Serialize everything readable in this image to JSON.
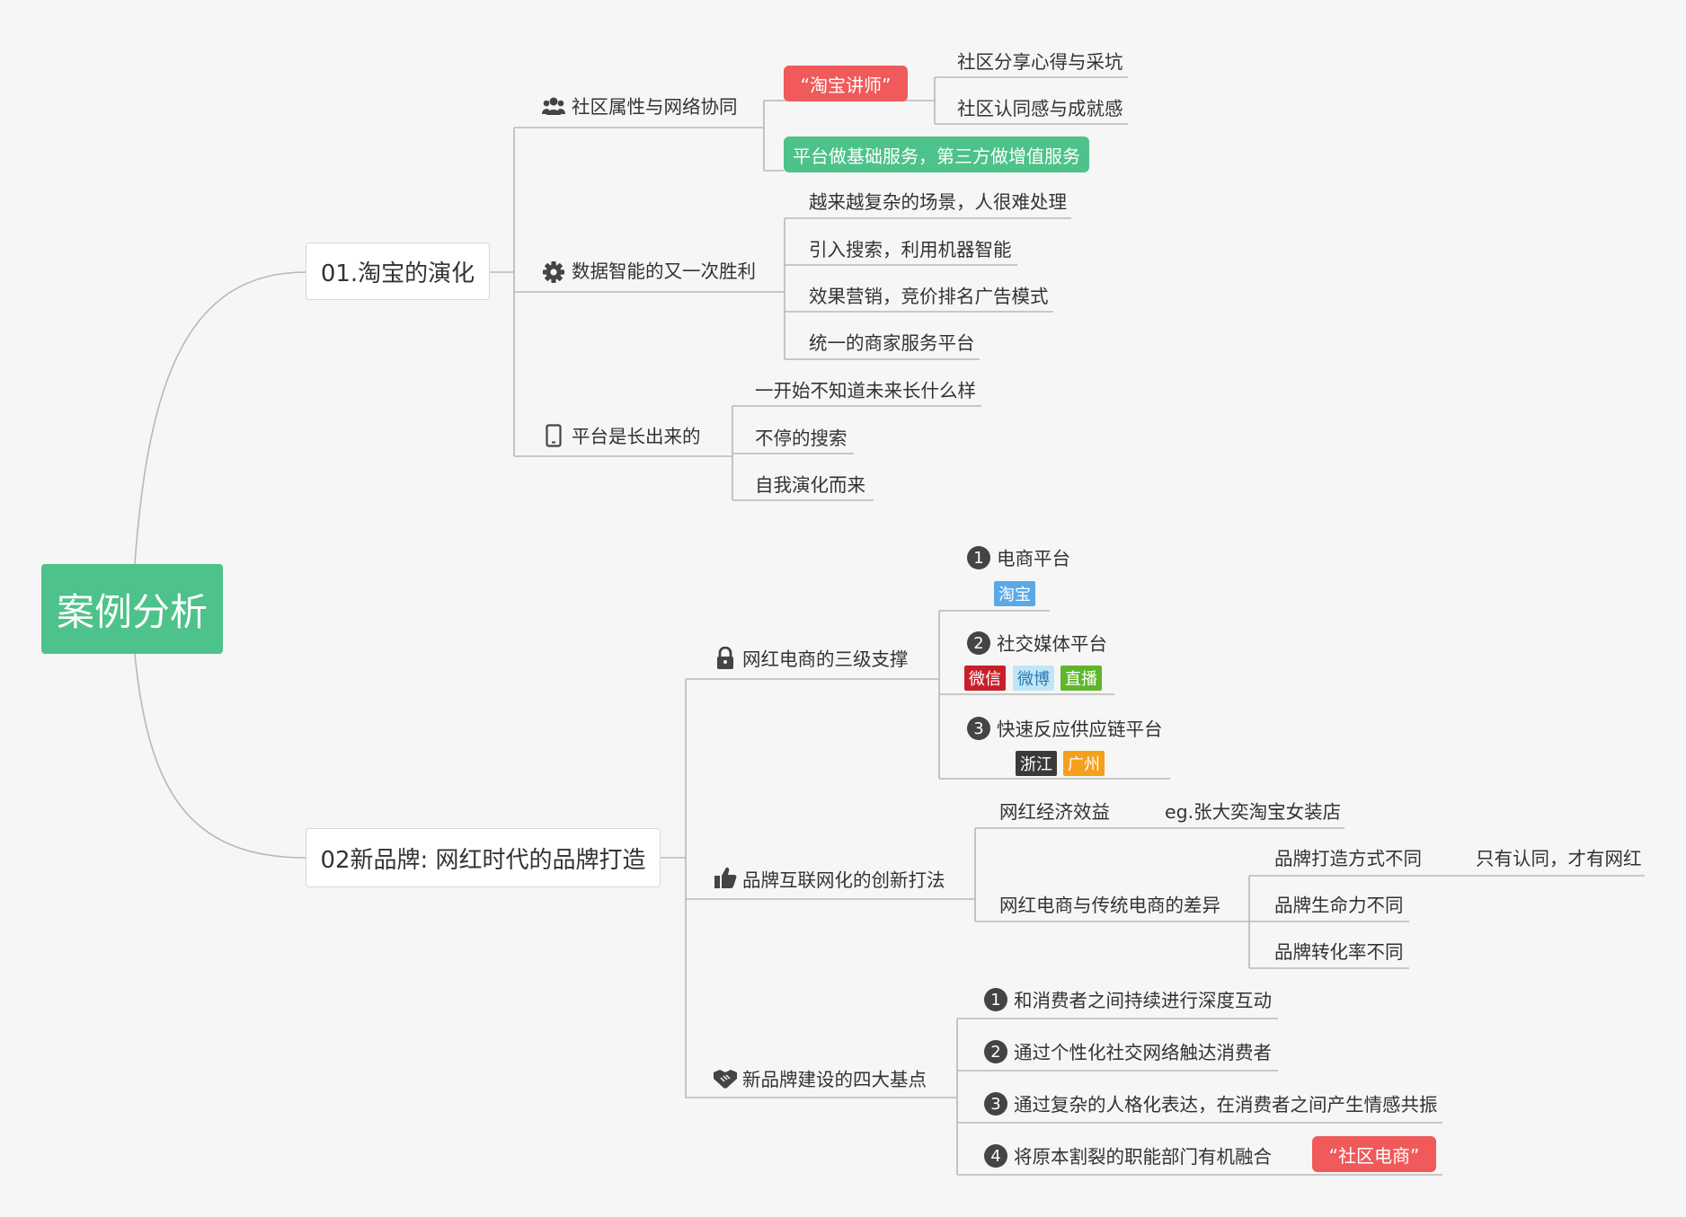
{
  "root": {
    "label": "案例分析"
  },
  "b1": {
    "label": "01.淘宝的演化",
    "c1": {
      "label": "社区属性与网络协同",
      "icon": "people-icon",
      "tag_lecturer": "“淘宝讲师”",
      "leaf1": "社区分享心得与采坑",
      "leaf2": "社区认同感与成就感",
      "tag_service": "平台做基础服务，第三方做增值服务"
    },
    "c2": {
      "label": "数据智能的又一次胜利",
      "icon": "gear-icon",
      "items": [
        "越来越复杂的场景，人很难处理",
        "引入搜索，利用机器智能",
        "效果营销，竞价排名广告模式",
        "统一的商家服务平台"
      ]
    },
    "c3": {
      "label": "平台是长出来的",
      "icon": "tablet-icon",
      "items": [
        "一开始不知道未来长什么样",
        "不停的搜索",
        "自我演化而来"
      ]
    }
  },
  "b2": {
    "label": "02新品牌: 网红时代的品牌打造",
    "c1": {
      "label": "网红电商的三级支撑",
      "icon": "lock-icon",
      "p1": {
        "num": "1",
        "label": "电商平台",
        "tags": [
          "淘宝"
        ]
      },
      "p2": {
        "num": "2",
        "label": "社交媒体平台",
        "tags": [
          "微信",
          "微博",
          "直播"
        ]
      },
      "p3": {
        "num": "3",
        "label": "快速反应供应链平台",
        "tags": [
          "浙江",
          "广州"
        ]
      }
    },
    "c2": {
      "label": "品牌互联网化的创新打法",
      "icon": "thumbs-up-icon",
      "econ": "网红经济效益",
      "econ_eg": "eg.张大奕淘宝女装店",
      "diff": "网红电商与传统电商的差异",
      "diff_items": [
        "品牌打造方式不同",
        "品牌生命力不同",
        "品牌转化率不同"
      ],
      "diff_note": "只有认同，才有网红"
    },
    "c3": {
      "label": "新品牌建设的四大基点",
      "icon": "handshake-icon",
      "items": [
        {
          "num": "1",
          "label": "和消费者之间持续进行深度互动"
        },
        {
          "num": "2",
          "label": "通过个性化社交网络触达消费者"
        },
        {
          "num": "3",
          "label": "通过复杂的人格化表达，在消费者之间产生情感共振"
        },
        {
          "num": "4",
          "label": "将原本割裂的职能部门有机融合"
        }
      ],
      "tag_community": "“社区电商”"
    }
  },
  "colors": {
    "root": "#4dc28a",
    "green_chip": "#4dc28a",
    "red_chip": "#f05a5a",
    "line": "#b8b8b8",
    "tag_blue": "#5aa8e6",
    "tag_red": "#c8202a",
    "tag_lightblue": "#bfe6f5",
    "tag_green": "#5fb52c",
    "tag_dark": "#3a3a3a",
    "tag_orange": "#f5a01a"
  }
}
